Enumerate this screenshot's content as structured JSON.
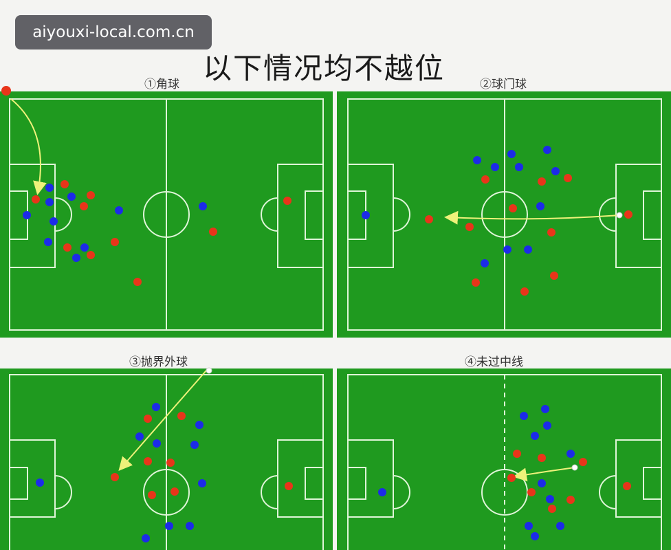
{
  "watermark": "aiyouxi-local.com.cn",
  "title": "以下情况均不越位",
  "panels": [
    {
      "label": "①角球",
      "players": [
        [
          "r",
          94,
          268
        ],
        [
          "r",
          132,
          284
        ],
        [
          "r",
          122,
          300
        ],
        [
          "r",
          52,
          290
        ],
        [
          "r",
          98,
          360
        ],
        [
          "r",
          132,
          371
        ],
        [
          "r",
          167,
          352
        ],
        [
          "r",
          200,
          410
        ],
        [
          "r",
          310,
          337
        ],
        [
          "r",
          418,
          292
        ],
        [
          "b",
          72,
          273
        ],
        [
          "b",
          72,
          294
        ],
        [
          "b",
          104,
          286
        ],
        [
          "b",
          78,
          322
        ],
        [
          "b",
          39,
          313
        ],
        [
          "b",
          70,
          352
        ],
        [
          "b",
          123,
          360
        ],
        [
          "b",
          111,
          375
        ],
        [
          "b",
          173,
          306
        ],
        [
          "b",
          295,
          300
        ]
      ],
      "arrow": {
        "from": [
          16,
          144
        ],
        "to": [
          55,
          280
        ],
        "curve": [
          72,
          190
        ]
      },
      "ball": [
        10,
        132
      ]
    },
    {
      "label": "②球门球",
      "players": [
        [
          "r",
          706,
          261
        ],
        [
          "r",
          788,
          264
        ],
        [
          "r",
          826,
          259
        ],
        [
          "r",
          746,
          303
        ],
        [
          "r",
          683,
          330
        ],
        [
          "r",
          802,
          338
        ],
        [
          "r",
          624,
          319
        ],
        [
          "r",
          692,
          411
        ],
        [
          "r",
          806,
          401
        ],
        [
          "r",
          763,
          424
        ],
        [
          "r",
          914,
          312
        ],
        [
          "b",
          694,
          233
        ],
        [
          "b",
          720,
          243
        ],
        [
          "b",
          744,
          224
        ],
        [
          "b",
          755,
          243
        ],
        [
          "b",
          796,
          218
        ],
        [
          "b",
          808,
          249
        ],
        [
          "b",
          786,
          300
        ],
        [
          "b",
          738,
          363
        ],
        [
          "b",
          768,
          363
        ],
        [
          "b",
          705,
          383
        ],
        [
          "b",
          532,
          313
        ]
      ],
      "arrow": {
        "from": [
          901,
          313
        ],
        "to": [
          650,
          316
        ],
        "curve": [
          780,
          322
        ]
      },
      "ball": [
        901,
        313
      ]
    },
    {
      "label": "③抛界外球",
      "players": [
        [
          "r",
          215,
          609
        ],
        [
          "r",
          264,
          605
        ],
        [
          "r",
          215,
          671
        ],
        [
          "r",
          248,
          673
        ],
        [
          "r",
          167,
          694
        ],
        [
          "r",
          221,
          720
        ],
        [
          "r",
          254,
          715
        ],
        [
          "r",
          420,
          707
        ],
        [
          "b",
          227,
          592
        ],
        [
          "b",
          203,
          635
        ],
        [
          "b",
          228,
          645
        ],
        [
          "b",
          290,
          618
        ],
        [
          "b",
          283,
          647
        ],
        [
          "b",
          294,
          703
        ],
        [
          "b",
          246,
          765
        ],
        [
          "b",
          276,
          765
        ],
        [
          "b",
          212,
          783
        ],
        [
          "b",
          58,
          702
        ]
      ],
      "arrow": {
        "from": [
          300,
          539
        ],
        "to": [
          175,
          682
        ],
        "curve": [
          238,
          610
        ]
      },
      "ball": [
        304,
        539
      ]
    },
    {
      "label": "④未过中线",
      "players": [
        [
          "r",
          752,
          660
        ],
        [
          "r",
          788,
          666
        ],
        [
          "r",
          848,
          672
        ],
        [
          "r",
          744,
          695
        ],
        [
          "r",
          773,
          716
        ],
        [
          "r",
          830,
          727
        ],
        [
          "r",
          803,
          740
        ],
        [
          "r",
          912,
          707
        ],
        [
          "b",
          762,
          605
        ],
        [
          "b",
          793,
          595
        ],
        [
          "b",
          796,
          619
        ],
        [
          "b",
          778,
          634
        ],
        [
          "b",
          830,
          660
        ],
        [
          "b",
          788,
          703
        ],
        [
          "b",
          800,
          726
        ],
        [
          "b",
          769,
          765
        ],
        [
          "b",
          778,
          780
        ],
        [
          "b",
          815,
          765
        ],
        [
          "b",
          556,
          716
        ]
      ],
      "arrow": {
        "from": [
          836,
          680
        ],
        "to": [
          750,
          693
        ],
        "curve": [
          792,
          686
        ]
      },
      "ball": [
        836,
        680
      ]
    }
  ],
  "colors": {
    "pitch": "#1f9a1f",
    "line": "#dff5d8",
    "red_team": "#e8351a",
    "blue_team": "#1c2be8",
    "arrow": "#eef27a"
  }
}
